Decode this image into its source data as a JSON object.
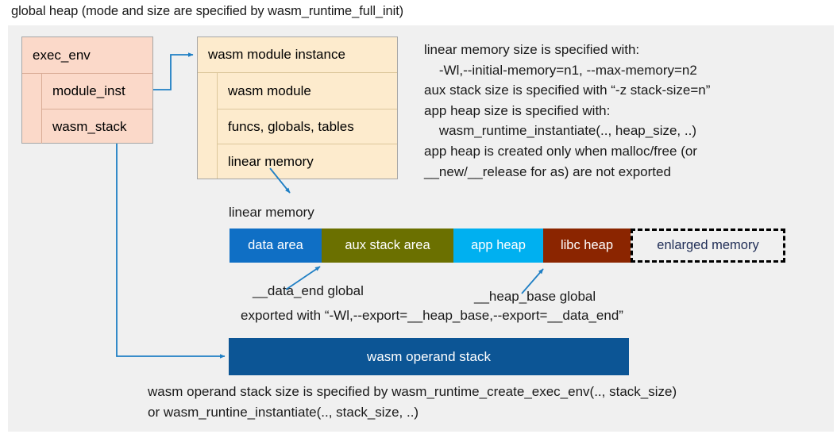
{
  "title": "global heap (mode and size are specified by wasm_runtime_full_init)",
  "exec_env": {
    "header": "exec_env",
    "rows": [
      "module_inst",
      "wasm_stack"
    ]
  },
  "module_instance": {
    "header": "wasm module instance",
    "rows": [
      "wasm module",
      "funcs, globals, tables",
      "linear memory"
    ]
  },
  "info_text": "linear memory size is specified with:\n    -Wl,--initial-memory=n1, --max-memory=n2\naux stack size is specified with “-z stack-size=n”\napp heap size is specified with:\n    wasm_runtime_instantiate(.., heap_size, ..)\napp heap is created only when malloc/free (or\n__new/__release for as) are not exported",
  "linear_memory": {
    "label": "linear memory",
    "segments": [
      {
        "label": "data area",
        "color": "#0f6fc5",
        "width": 116,
        "text_color": "#ffffff"
      },
      {
        "label": "aux stack area",
        "color": "#6b7000",
        "width": 166,
        "text_color": "#ffffff"
      },
      {
        "label": "app heap",
        "color": "#00b0f0",
        "width": 113,
        "text_color": "#ffffff"
      },
      {
        "label": "libc heap",
        "color": "#8b2500",
        "width": 110,
        "text_color": "#ffffff"
      },
      {
        "label": "enlarged memory",
        "color": "#f0f0f0",
        "width": 195,
        "text_color": "#1f2d56"
      }
    ]
  },
  "annotations": {
    "data_end": "__data_end global",
    "heap_base": "__heap_base global",
    "exported": "exported with “-Wl,--export=__heap_base,--export=__data_end”"
  },
  "operand_stack": {
    "label": "wasm operand stack",
    "color": "#0c5595"
  },
  "bottom_text": "wasm operand stack size is specified by wasm_runtime_create_exec_env(.., stack_size)\nor wasm_runtine_instantiate(.., stack_size, ..)",
  "colors": {
    "panel_background": "#f0f0f0",
    "exec_env_fill": "#fbd9c9",
    "module_instance_fill": "#fdebcd",
    "connector": "#1f7fc4"
  }
}
